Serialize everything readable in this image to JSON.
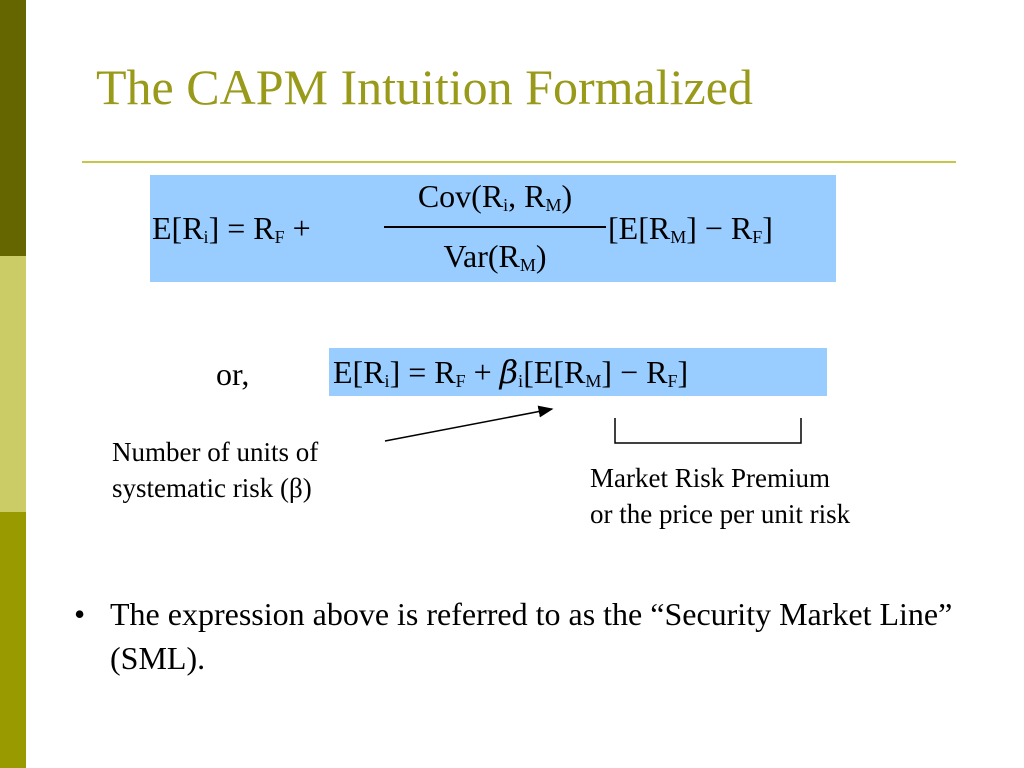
{
  "slide": {
    "title": "The CAPM Intuition Formalized",
    "colors": {
      "title": "#99991a",
      "formula_box": "#99ccff",
      "sidebar_top": "#666600",
      "sidebar_mid": "#cccc66",
      "sidebar_bottom": "#999900",
      "rule": "#c6c64a"
    }
  },
  "formula1": {
    "lhs_a": "E[R",
    "lhs_sub": "i",
    "lhs_b": "] = R",
    "lhs_sub2": "F",
    "lhs_c": " +",
    "num_a": "Cov(R",
    "num_sub1": "i",
    "num_b": ", R",
    "num_sub2": "M",
    "num_c": ")",
    "den_a": "Var(R",
    "den_sub": "M",
    "den_b": ")",
    "rhs_a": "[E[R",
    "rhs_sub1": "M",
    "rhs_b": "] − R",
    "rhs_sub2": "F",
    "rhs_c": "]"
  },
  "or_label": "or,",
  "formula2": {
    "a": "E[R",
    "sub1": "i",
    "b": "] = R",
    "sub2": "F",
    "c": " + ",
    "beta": "β",
    "sub3": "i",
    "d": "[E[R",
    "sub4": "M",
    "e": "] − R",
    "sub5": "F",
    "f": "]"
  },
  "annotations": {
    "beta_line1": "Number of units of",
    "beta_line2": "systematic risk (β)",
    "premium_line1": "Market Risk Premium",
    "premium_line2": "or the price per unit risk"
  },
  "bullets": [
    {
      "symbol": "•",
      "text": "The expression above is referred to as the “Security Market Line” (SML)."
    }
  ]
}
